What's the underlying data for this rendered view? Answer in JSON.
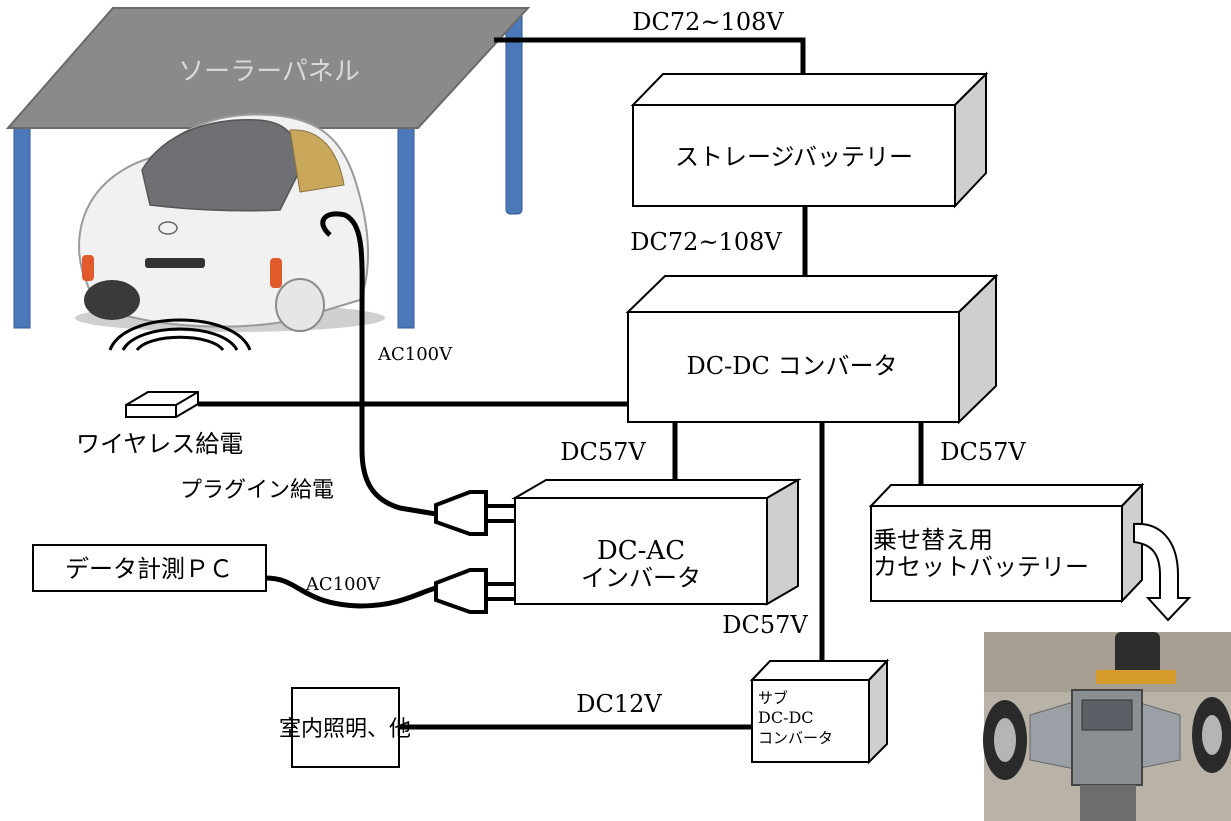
{
  "solar_panel": {
    "label": "ソーラーパネル"
  },
  "storage_battery": {
    "label": "ストレージバッテリー"
  },
  "dcdc_converter": {
    "label": "DC-DC コンバータ"
  },
  "dcac_inverter": {
    "line1": "DC-AC",
    "line2": "インバータ"
  },
  "cassette_battery": {
    "line1": "乗せ替え用",
    "line2": "カセットバッテリー"
  },
  "sub_converter": {
    "line1": "サブ",
    "line2": "DC-DC",
    "line3": "コンバータ"
  },
  "data_pc": {
    "label": "データ計測ＰＣ"
  },
  "room_light": {
    "label": "室内照明、他"
  },
  "wireless": {
    "label": "ワイヤレス給電"
  },
  "plugin": {
    "label": "プラグイン給電"
  },
  "voltages": {
    "solar_to_storage": "DC72~108V",
    "storage_to_converter": "DC72~108V",
    "converter_to_inverter": "DC57V",
    "converter_to_cassette": "DC57V",
    "converter_to_sub": "DC57V",
    "sub_to_room": "DC12V",
    "car_plug": "AC100V",
    "pc_plug": "AC100V"
  },
  "colors": {
    "panel": "#8a8a8a",
    "pillar": "#4a78b8",
    "box_side": "#cfcfcf",
    "wire": "#000000"
  }
}
